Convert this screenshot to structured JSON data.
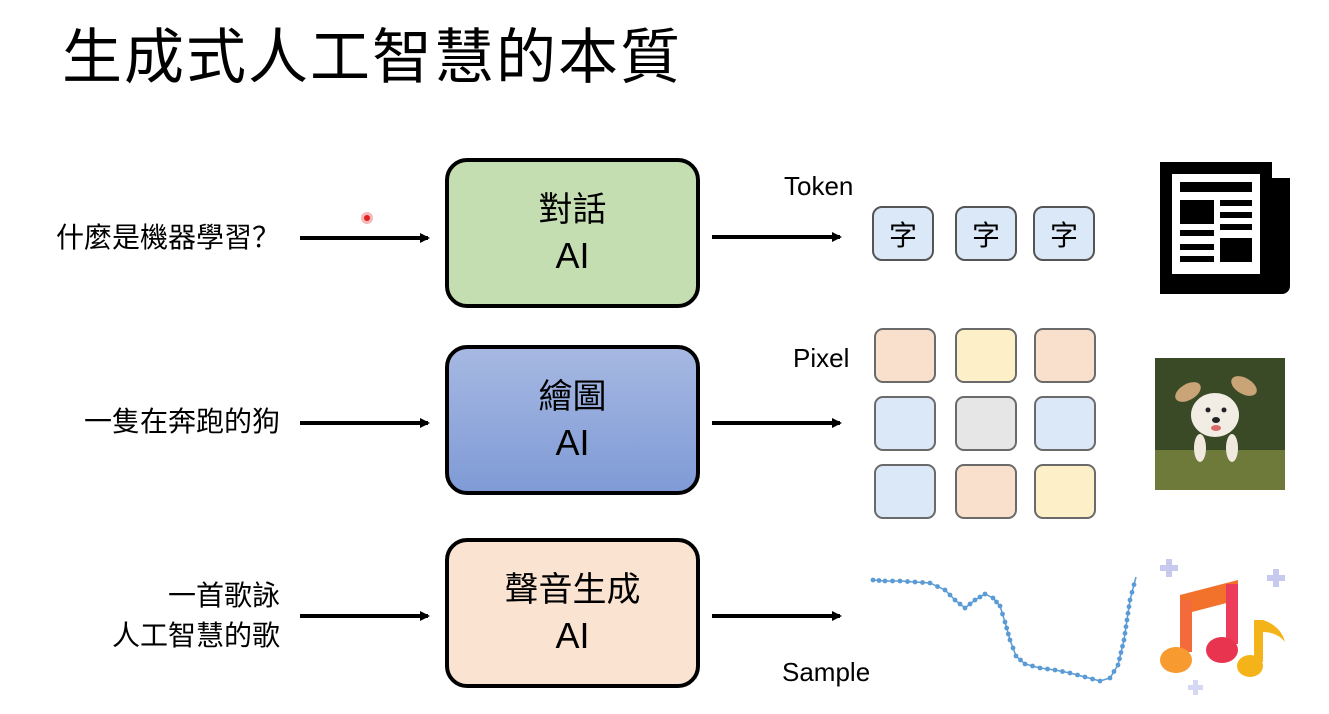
{
  "title": "生成式人工智慧的本質",
  "rows": [
    {
      "input_lines": [
        "什麼是機器學習？"
      ],
      "model_name": "對話",
      "model_ai": "AI",
      "unit_label": "Token",
      "tokens": [
        "字",
        "字",
        "字"
      ],
      "icon": "newspaper-icon"
    },
    {
      "input_lines": [
        "一隻在奔跑的狗"
      ],
      "model_name": "繪圖",
      "model_ai": "AI",
      "unit_label": "Pixel",
      "pixel_colors": [
        "#f8e0cc",
        "#fdf0c8",
        "#f8e0cc",
        "#dbe8f7",
        "#e6e6e6",
        "#dbe8f7",
        "#dbe8f7",
        "#f8e0cc",
        "#fdf0c8"
      ],
      "icon": "running-dog-photo"
    },
    {
      "input_lines": [
        "一首歌詠",
        "人工智慧的歌"
      ],
      "model_name": "聲音生成",
      "model_ai": "AI",
      "unit_label": "Sample",
      "icon": "music-notes-icon"
    }
  ],
  "colors": {
    "chat_box": "#c4deb1",
    "draw_box": "#8aa5da",
    "voice_box": "#fbe3d2",
    "token_fill": "#dbe8f7",
    "waveform": "#5b9bd5"
  }
}
